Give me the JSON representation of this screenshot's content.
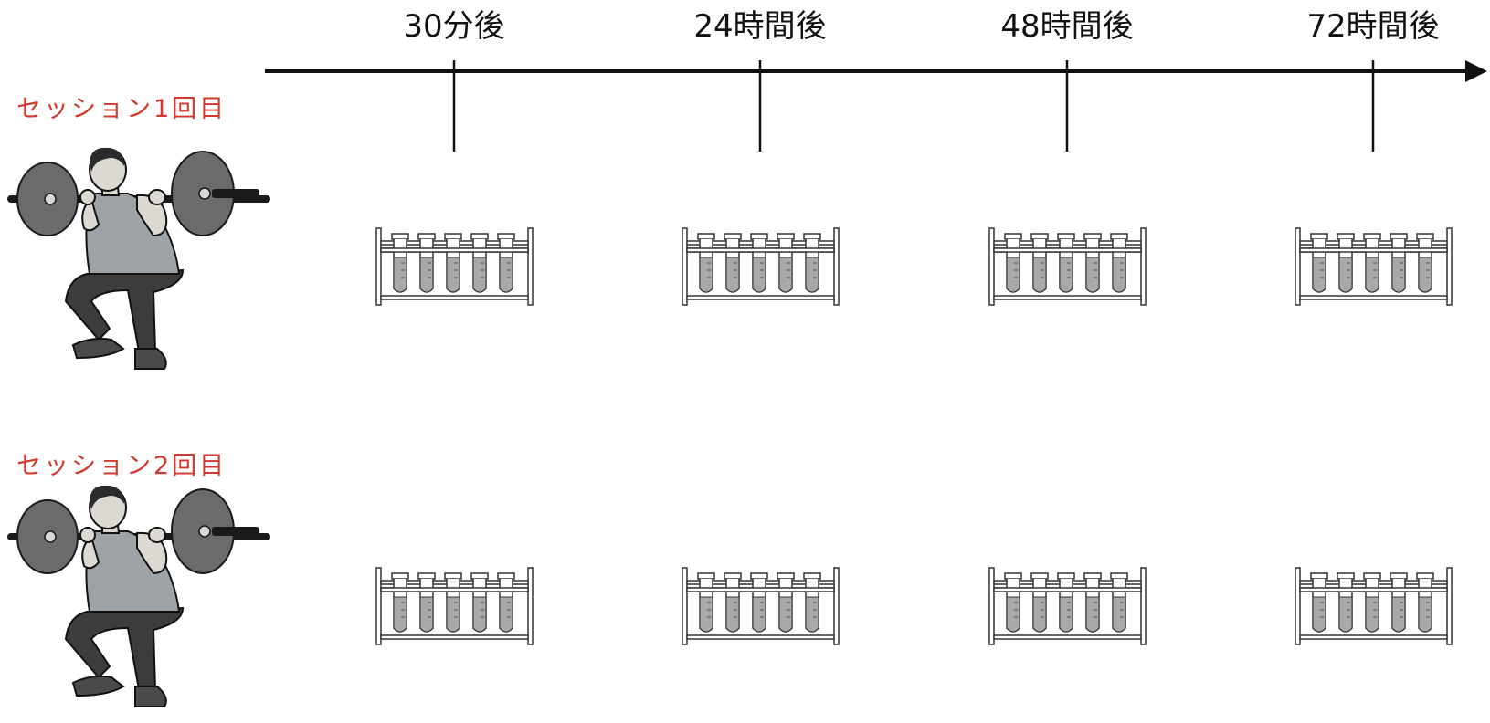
{
  "timeline": {
    "points": [
      {
        "label": "30分後"
      },
      {
        "label": "24時間後"
      },
      {
        "label": "48時間後"
      },
      {
        "label": "72時間後"
      }
    ]
  },
  "sessions": [
    {
      "label": "セッション1回目"
    },
    {
      "label": "セッション2回目"
    }
  ],
  "icons": {
    "athlete": "squat-athlete-icon",
    "samples": "test-tube-rack-icon"
  },
  "colors": {
    "session_label": "#d0392b",
    "axis": "#111111",
    "plate": "#6b6b6b",
    "shirt": "#9ea3a8",
    "shorts": "#3c3c3c",
    "sample_fill": "#a8a8a8"
  }
}
